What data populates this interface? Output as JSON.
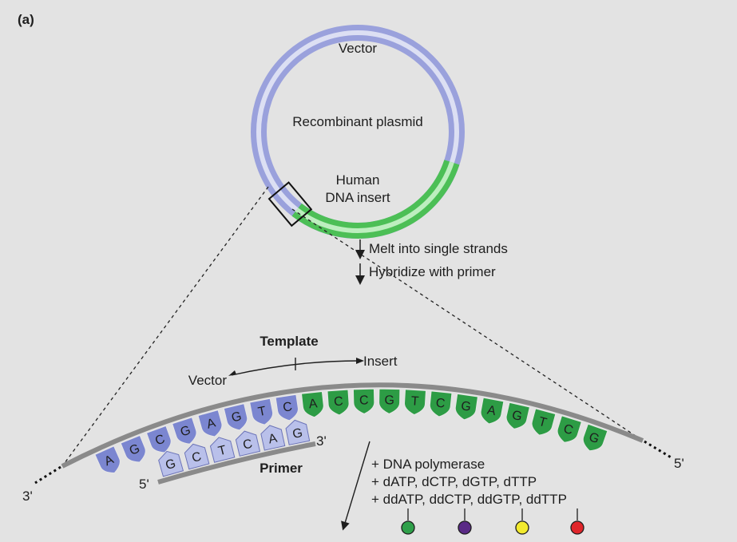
{
  "panel_label": "(a)",
  "plasmid": {
    "vector_label": "Vector",
    "plasmid_label": "Recombinant plasmid",
    "insert_label_line1": "Human",
    "insert_label_line2": "DNA insert"
  },
  "steps": {
    "melt": "Melt into single strands",
    "hybridize": "Hybridize with primer"
  },
  "template": {
    "title": "Template",
    "vector_label": "Vector",
    "insert_label": "Insert",
    "end_left": "3'",
    "end_right": "5'",
    "vector_bases": [
      "A",
      "G",
      "C",
      "G",
      "A",
      "G",
      "T",
      "C"
    ],
    "insert_bases": [
      "A",
      "C",
      "C",
      "G",
      "T",
      "C",
      "G",
      "A",
      "G",
      "T",
      "C",
      "G"
    ]
  },
  "primer": {
    "title": "Primer",
    "end_left": "5'",
    "end_right": "3'",
    "bases": [
      "G",
      "C",
      "T",
      "C",
      "A",
      "G"
    ]
  },
  "reagents": {
    "line1": "+ DNA polymerase",
    "line2": "+ dATP, dCTP, dGTP, dTTP",
    "line3": "+ ddATP, ddCTP, ddGTP, ddTTP"
  },
  "colors": {
    "vector": "#7b86d0",
    "primer": "#b9c0ea",
    "insert": "#2d9c45",
    "insert_ring": "#7ad37e",
    "ring_blue": "#a6acdf",
    "backbone": "#8a8a8a",
    "dd_markers": [
      "#2fa04a",
      "#5a2a86",
      "#f2ea2e",
      "#e0262b"
    ]
  }
}
